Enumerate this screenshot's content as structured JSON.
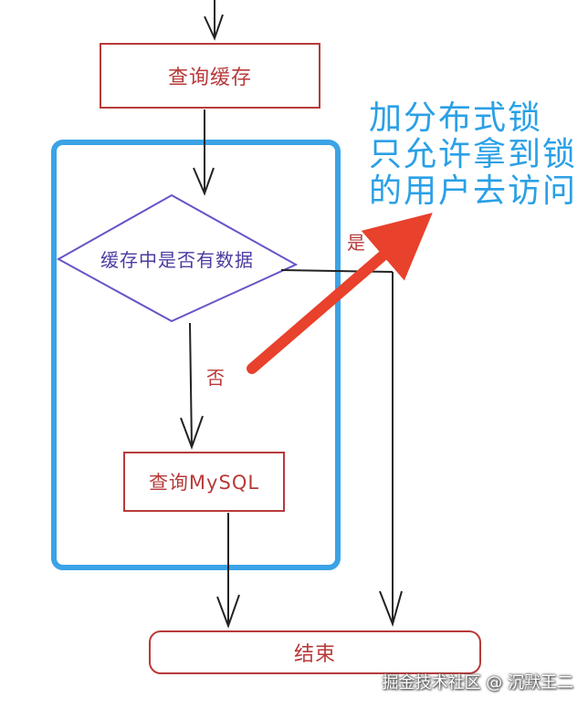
{
  "nodes": {
    "query_cache": "查询缓存",
    "decision": "缓存中是否有数据",
    "query_mysql": "查询MySQL",
    "end": "结束"
  },
  "edges": {
    "yes": "是",
    "no": "否"
  },
  "annotation": {
    "lines": [
      "加分布式锁",
      "只允许拿到锁",
      "的用户去访问"
    ]
  },
  "watermark": "掘金技术社区 @ 沉默王二",
  "colors": {
    "box_stroke": "#b83a3a",
    "diamond_stroke": "#6a52c8",
    "highlight": "#3ba3e6",
    "arrow": "#e8412c",
    "annotation_text": "#2aa0e6"
  }
}
